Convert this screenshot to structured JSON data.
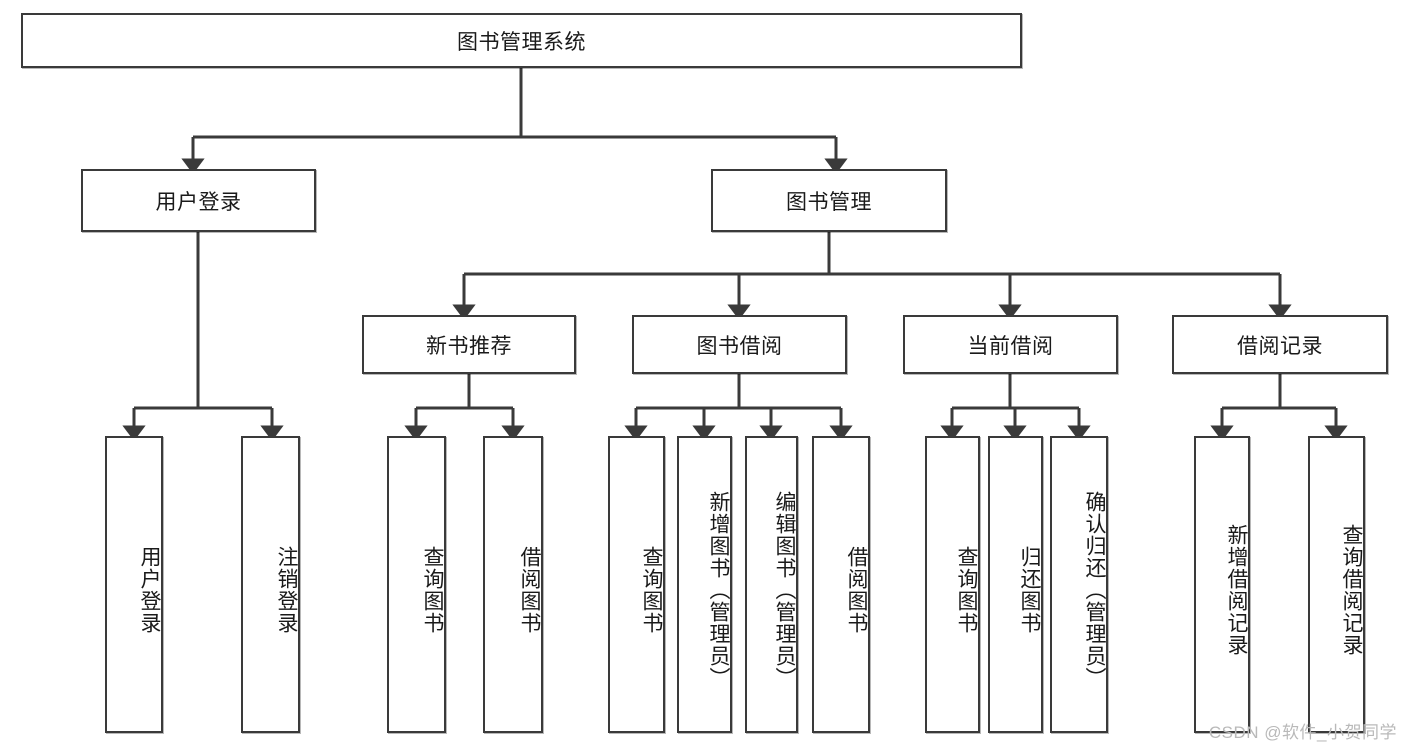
{
  "diagram": {
    "title": "图书管理系统",
    "type": "tree",
    "orientation": "top-down",
    "watermark": "CSDN @软件_小贺同学",
    "colors": {
      "box_border": "#3a3a3a",
      "box_fill": "#ffffff",
      "connector": "#3a3a3a",
      "text": "#1a1a1a",
      "watermark": "#b9b9b9"
    },
    "nodes": {
      "root": {
        "label": "图书管理系统"
      },
      "level2": [
        {
          "id": "user-login",
          "label": "用户登录"
        },
        {
          "id": "book-manage",
          "label": "图书管理"
        }
      ],
      "level3": [
        {
          "id": "new-book-recommend",
          "label": "新书推荐"
        },
        {
          "id": "book-borrow",
          "label": "图书借阅"
        },
        {
          "id": "current-borrow",
          "label": "当前借阅"
        },
        {
          "id": "borrow-record",
          "label": "借阅记录"
        }
      ],
      "leaves": {
        "user-login": [
          {
            "id": "leaf-user-login",
            "label": "用户登录"
          },
          {
            "id": "leaf-logout-login",
            "label": "注销登录"
          }
        ],
        "new-book-recommend": [
          {
            "id": "leaf-query-book-1",
            "label": "查询图书"
          },
          {
            "id": "leaf-borrow-book-1",
            "label": "借阅图书"
          }
        ],
        "book-borrow": [
          {
            "id": "leaf-query-book-2",
            "label": "查询图书"
          },
          {
            "id": "leaf-add-book",
            "label": "新增图书（管理员）"
          },
          {
            "id": "leaf-edit-book",
            "label": "编辑图书（管理员）"
          },
          {
            "id": "leaf-borrow-book-2",
            "label": "借阅图书"
          }
        ],
        "current-borrow": [
          {
            "id": "leaf-query-book-3",
            "label": "查询图书"
          },
          {
            "id": "leaf-return-book",
            "label": "归还图书"
          },
          {
            "id": "leaf-confirm-return",
            "label": "确认归还（管理员）"
          }
        ],
        "borrow-record": [
          {
            "id": "leaf-add-record",
            "label": "新增借阅记录"
          },
          {
            "id": "leaf-query-record",
            "label": "查询借阅记录"
          }
        ]
      }
    }
  }
}
